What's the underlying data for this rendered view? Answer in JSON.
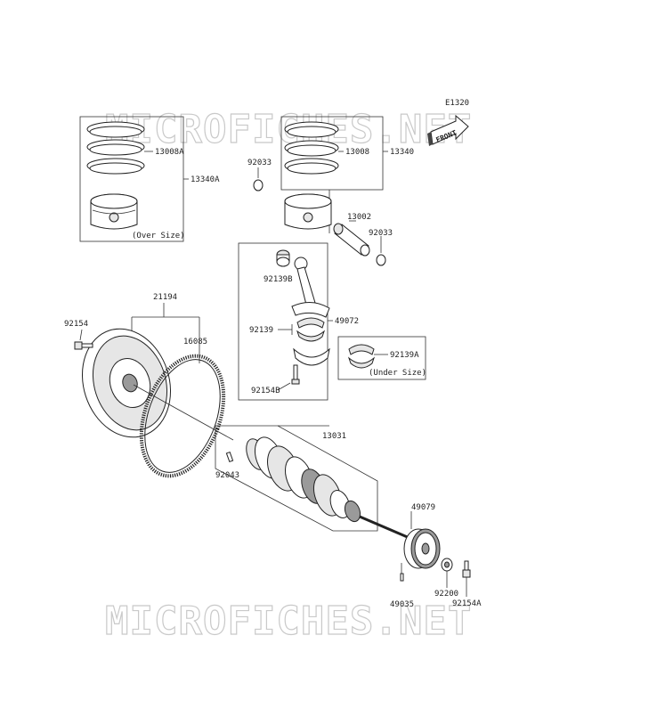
{
  "watermark": "MICROFICHES.NET",
  "ref_code": "E1320",
  "front_label": "FRONT",
  "part_labels": {
    "p13008A": "13008A",
    "p13340A": "13340A",
    "over_size": "(Over Size)",
    "p92033_a": "92033",
    "p13008": "13008",
    "p13340": "13340",
    "p13002": "13002",
    "p92033_b": "92033",
    "p92139B": "92139B",
    "p92139": "92139",
    "p49072": "49072",
    "p92139A": "92139A",
    "under_size": "(Under Size)",
    "p92154B": "92154B",
    "p21194": "21194",
    "p92154": "92154",
    "p16085": "16085",
    "p13031": "13031",
    "p92043": "92043",
    "p49079": "49079",
    "p92200": "92200",
    "p92154A": "92154A",
    "p49035": "49035"
  }
}
